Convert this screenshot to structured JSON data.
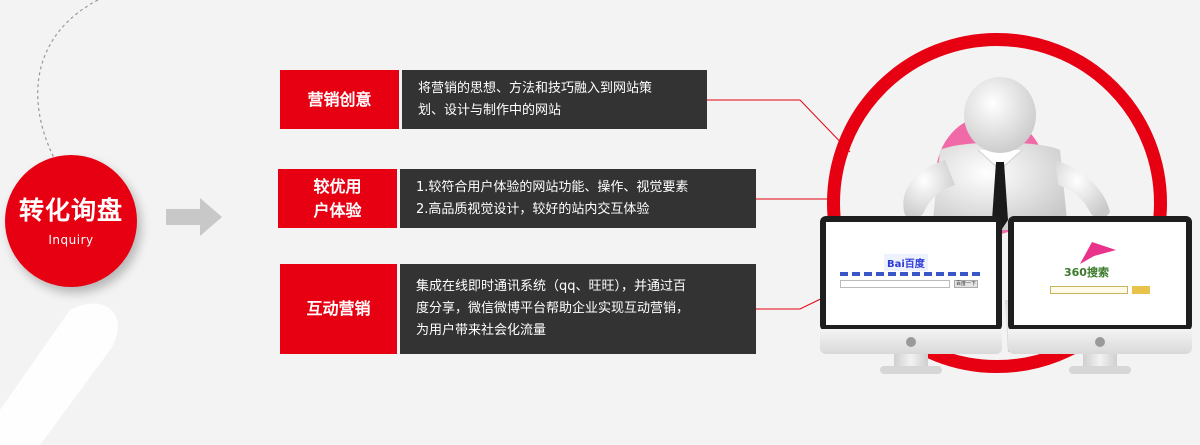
{
  "main": {
    "title": "转化询盘",
    "subtitle": "Inquiry"
  },
  "rows": [
    {
      "tag_lines": [
        "营销创意"
      ],
      "desc_lines": [
        "将营销的思想、方法和技巧融入到网站策",
        "划、设计与制作中的网站"
      ]
    },
    {
      "tag_lines": [
        "较优用",
        "户体验"
      ],
      "desc_lines": [
        "1.较符合用户体验的网站功能、操作、视觉要素",
        "2.高品质视觉设计，较好的站内交互体验"
      ]
    },
    {
      "tag_lines": [
        "互动营销"
      ],
      "desc_lines": [
        "集成在线即时通讯系统（qq、旺旺），并通过百",
        "度分享，微信微博平台帮助企业实现互动营销，",
        "为用户带来社会化流量"
      ]
    }
  ],
  "monitors": {
    "left_logo": "Bai百度",
    "left_button": "百度一下",
    "right_logo": "360搜索"
  },
  "colors": {
    "accent": "#e60012",
    "dark_panel": "#333333",
    "pink": "#f06aa8",
    "background": "#f3f3f3"
  },
  "icons": [
    "arrow-right-icon",
    "apple-logo-icon"
  ]
}
